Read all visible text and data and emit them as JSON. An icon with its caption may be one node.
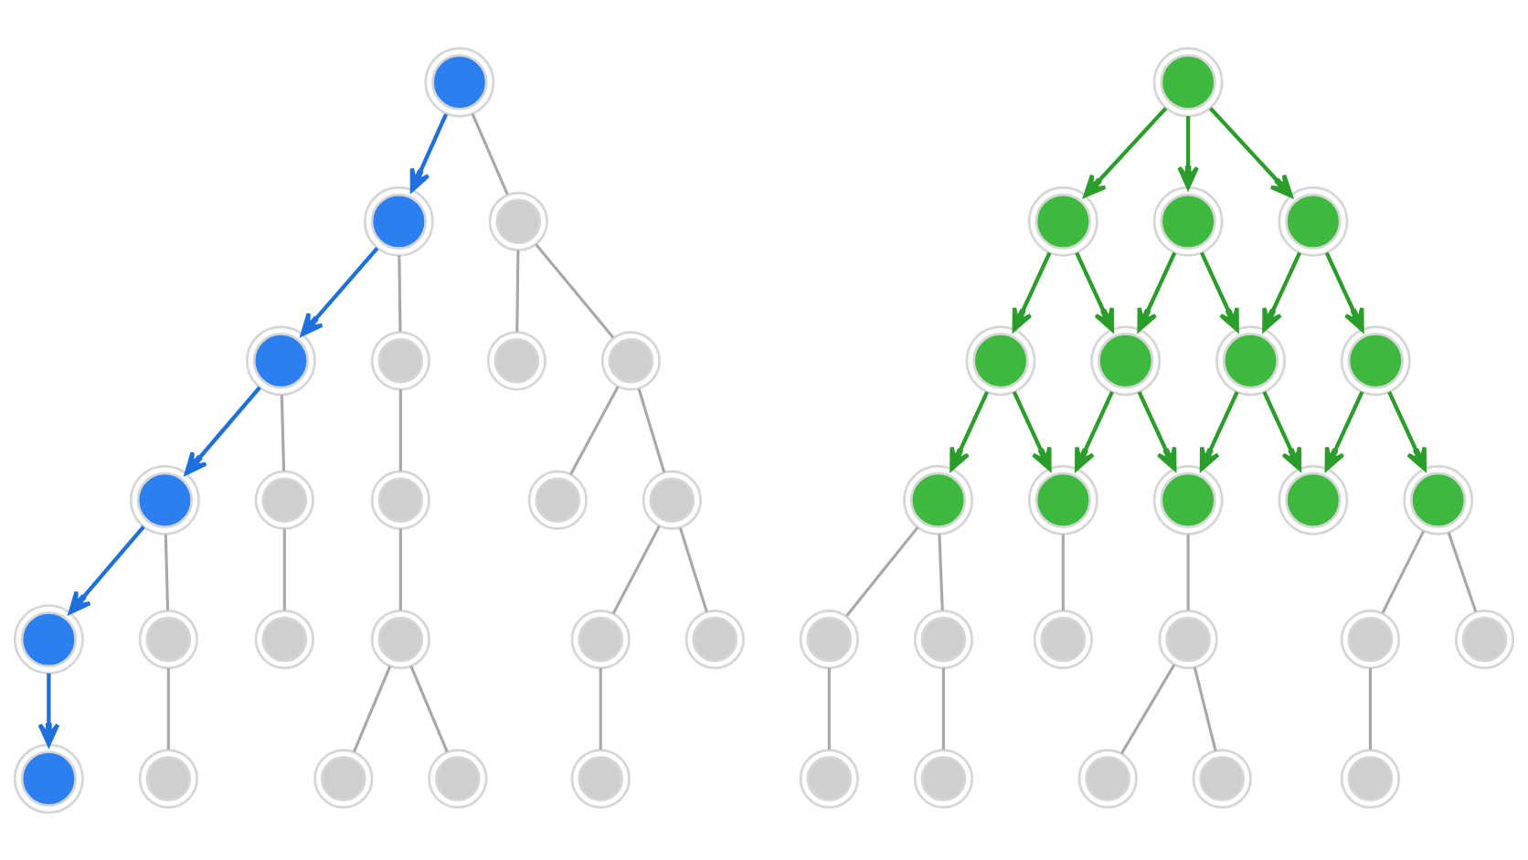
{
  "diagram": {
    "nodes": [
      {
        "text": [],
        "shape": "circle"
      },
      {
        "text": [],
        "shape": "circle"
      },
      {
        "text": [],
        "shape": "circle"
      },
      {
        "text": [],
        "shape": "circle"
      },
      {
        "text": [],
        "shape": "circle"
      },
      {
        "text": [],
        "shape": "circle"
      },
      {
        "text": [],
        "shape": "circle"
      },
      {
        "text": [],
        "shape": "circle"
      },
      {
        "text": [],
        "shape": "circle"
      },
      {
        "text": [],
        "shape": "circle"
      },
      {
        "text": [],
        "shape": "circle"
      },
      {
        "text": [],
        "shape": "circle"
      },
      {
        "text": [],
        "shape": "circle"
      },
      {
        "text": [],
        "shape": "circle"
      },
      {
        "text": [],
        "shape": "circle"
      },
      {
        "text": [],
        "shape": "circle"
      },
      {
        "text": [],
        "shape": "circle"
      },
      {
        "text": [],
        "shape": "circle"
      },
      {
        "text": [],
        "shape": "circle"
      },
      {
        "text": [],
        "shape": "circle"
      },
      {
        "text": [],
        "shape": "circle"
      },
      {
        "text": [],
        "shape": "circle"
      },
      {
        "text": [],
        "shape": "circle"
      },
      {
        "text": [],
        "shape": "circle"
      },
      {
        "text": [],
        "shape": "circle"
      },
      {
        "text": [],
        "shape": "circle"
      },
      {
        "text": [],
        "shape": "circle"
      },
      {
        "text": [],
        "shape": "circle"
      },
      {
        "text": [],
        "shape": "circle"
      },
      {
        "text": [],
        "shape": "circle"
      },
      {
        "text": [],
        "shape": "circle"
      },
      {
        "text": [],
        "shape": "circle"
      },
      {
        "text": [],
        "shape": "circle"
      },
      {
        "text": [],
        "shape": "circle"
      },
      {
        "text": [],
        "shape": "circle"
      },
      {
        "text": [],
        "shape": "circle"
      },
      {
        "text": [],
        "shape": "circle"
      },
      {
        "text": [],
        "shape": "circle"
      },
      {
        "text": [],
        "shape": "circle"
      },
      {
        "text": [],
        "shape": "circle"
      },
      {
        "text": [],
        "shape": "circle"
      },
      {
        "text": [],
        "shape": "circle"
      },
      {
        "text": [],
        "shape": "circle"
      },
      {
        "text": [],
        "shape": "circle"
      },
      {
        "text": [],
        "shape": "circle"
      },
      {
        "text": [],
        "shape": "circle"
      },
      {
        "text": [],
        "shape": "circle"
      }
    ],
    "edges": [
      {
        "from": 0,
        "to": 1,
        "arrow": "to",
        "color": "#1f6fde"
      },
      {
        "from": 0,
        "to": 2,
        "arrow": "none"
      },
      {
        "from": 1,
        "to": 3,
        "arrow": "to",
        "color": "#1f6fde"
      },
      {
        "from": 1,
        "to": 4,
        "arrow": "none"
      },
      {
        "from": 2,
        "to": 5,
        "arrow": "none"
      },
      {
        "from": 2,
        "to": 6,
        "arrow": "none"
      },
      {
        "from": 3,
        "to": 7,
        "arrow": "to",
        "color": "#1f6fde"
      },
      {
        "from": 3,
        "to": 8,
        "arrow": "none"
      },
      {
        "from": 4,
        "to": 9,
        "arrow": "none"
      },
      {
        "from": 6,
        "to": 10,
        "arrow": "none"
      },
      {
        "from": 6,
        "to": 11,
        "arrow": "none"
      },
      {
        "from": 7,
        "to": 12,
        "arrow": "to",
        "color": "#1f6fde"
      },
      {
        "from": 7,
        "to": 13,
        "arrow": "none"
      },
      {
        "from": 8,
        "to": 14,
        "arrow": "none"
      },
      {
        "from": 9,
        "to": 15,
        "arrow": "none"
      },
      {
        "from": 11,
        "to": 16,
        "arrow": "none"
      },
      {
        "from": 11,
        "to": 17,
        "arrow": "none"
      },
      {
        "from": 12,
        "to": 18,
        "arrow": "to",
        "color": "#1f6fde"
      },
      {
        "from": 13,
        "to": 19,
        "arrow": "none"
      },
      {
        "from": 15,
        "to": 20,
        "arrow": "none"
      },
      {
        "from": 15,
        "to": 21,
        "arrow": "none"
      },
      {
        "from": 16,
        "to": 22,
        "arrow": "none"
      },
      {
        "from": 23,
        "to": 24,
        "arrow": "to",
        "color": "#2a9d2a"
      },
      {
        "from": 23,
        "to": 25,
        "arrow": "to",
        "color": "#2a9d2a"
      },
      {
        "from": 23,
        "to": 26,
        "arrow": "to",
        "color": "#2a9d2a"
      },
      {
        "from": 24,
        "to": 27,
        "arrow": "to",
        "color": "#2a9d2a"
      },
      {
        "from": 24,
        "to": 28,
        "arrow": "to",
        "color": "#2a9d2a"
      },
      {
        "from": 25,
        "to": 28,
        "arrow": "to",
        "color": "#2a9d2a"
      },
      {
        "from": 25,
        "to": 29,
        "arrow": "to",
        "color": "#2a9d2a"
      },
      {
        "from": 26,
        "to": 29,
        "arrow": "to",
        "color": "#2a9d2a"
      },
      {
        "from": 26,
        "to": 30,
        "arrow": "to",
        "color": "#2a9d2a"
      },
      {
        "from": 27,
        "to": 31,
        "arrow": "to",
        "color": "#2a9d2a"
      },
      {
        "from": 27,
        "to": 32,
        "arrow": "to",
        "color": "#2a9d2a"
      },
      {
        "from": 28,
        "to": 32,
        "arrow": "to",
        "color": "#2a9d2a"
      },
      {
        "from": 28,
        "to": 33,
        "arrow": "to",
        "color": "#2a9d2a"
      },
      {
        "from": 29,
        "to": 33,
        "arrow": "to",
        "color": "#2a9d2a"
      },
      {
        "from": 29,
        "to": 34,
        "arrow": "to",
        "color": "#2a9d2a"
      },
      {
        "from": 30,
        "to": 34,
        "arrow": "to",
        "color": "#2a9d2a"
      },
      {
        "from": 30,
        "to": 35,
        "arrow": "to",
        "color": "#2a9d2a"
      },
      {
        "from": 31,
        "to": 36,
        "arrow": "none"
      },
      {
        "from": 31,
        "to": 37,
        "arrow": "none"
      },
      {
        "from": 32,
        "to": 38,
        "arrow": "none"
      },
      {
        "from": 33,
        "to": 39,
        "arrow": "none"
      },
      {
        "from": 35,
        "to": 40,
        "arrow": "none"
      },
      {
        "from": 35,
        "to": 41,
        "arrow": "none"
      },
      {
        "from": 36,
        "to": 42,
        "arrow": "none"
      },
      {
        "from": 37,
        "to": 43,
        "arrow": "none"
      },
      {
        "from": 39,
        "to": 44,
        "arrow": "none"
      },
      {
        "from": 39,
        "to": 45,
        "arrow": "none"
      },
      {
        "from": 40,
        "to": 46,
        "arrow": "none"
      }
    ]
  }
}
